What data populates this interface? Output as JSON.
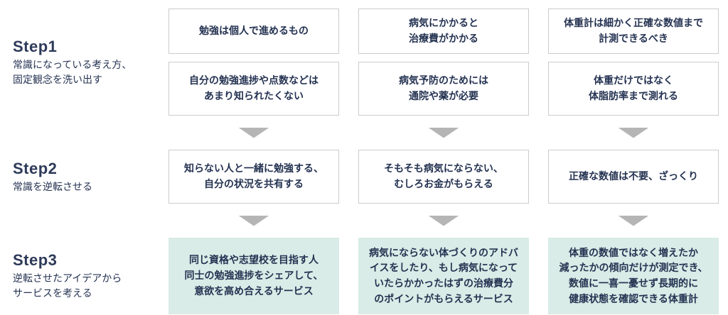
{
  "colors": {
    "text": "#253352",
    "step_title": "#2e3a59",
    "box_border": "#cccccc",
    "step3_box_bg": "#d9ece7",
    "arrow": "#b5b5b5"
  },
  "steps": [
    {
      "title": "Step1",
      "description": "常識になっている考え方、\n固定観念を洗い出す"
    },
    {
      "title": "Step2",
      "description": "常識を逆転させる"
    },
    {
      "title": "Step3",
      "description": "逆転させたアイデアから\nサービスを考える"
    }
  ],
  "columns": [
    {
      "step1_boxes": [
        "勉強は個人で進めるもの",
        "自分の勉強進捗や点数などは\nあまり知られたくない"
      ],
      "step2_box": "知らない人と一緒に勉強する、\n自分の状況を共有する",
      "step3_box": "同じ資格や志望校を目指す人\n同士の勉強進捗をシェアして、\n意欲を高め合えるサービス"
    },
    {
      "step1_boxes": [
        "病気にかかると\n治療費がかかる",
        "病気予防のためには\n通院や薬が必要"
      ],
      "step2_box": "そもそも病気にならない、\nむしろお金がもらえる",
      "step3_box": "病気にならない体づくりのアドバ\nイスをしたり、もし病気になって\nいたらかかったはずの治療費分\nのポイントがもらえるサービス"
    },
    {
      "step1_boxes": [
        "体重計は細かく正確な数値まで\n計測できるべき",
        "体重だけではなく\n体脂肪率まで測れる"
      ],
      "step2_box": "正確な数値は不要、ざっくり",
      "step3_box": "体重の数値ではなく増えたか\n減ったかの傾向だけが測定でき、\n数値に一喜一憂せず長期的に\n健康状態を確認できる体重計"
    }
  ]
}
